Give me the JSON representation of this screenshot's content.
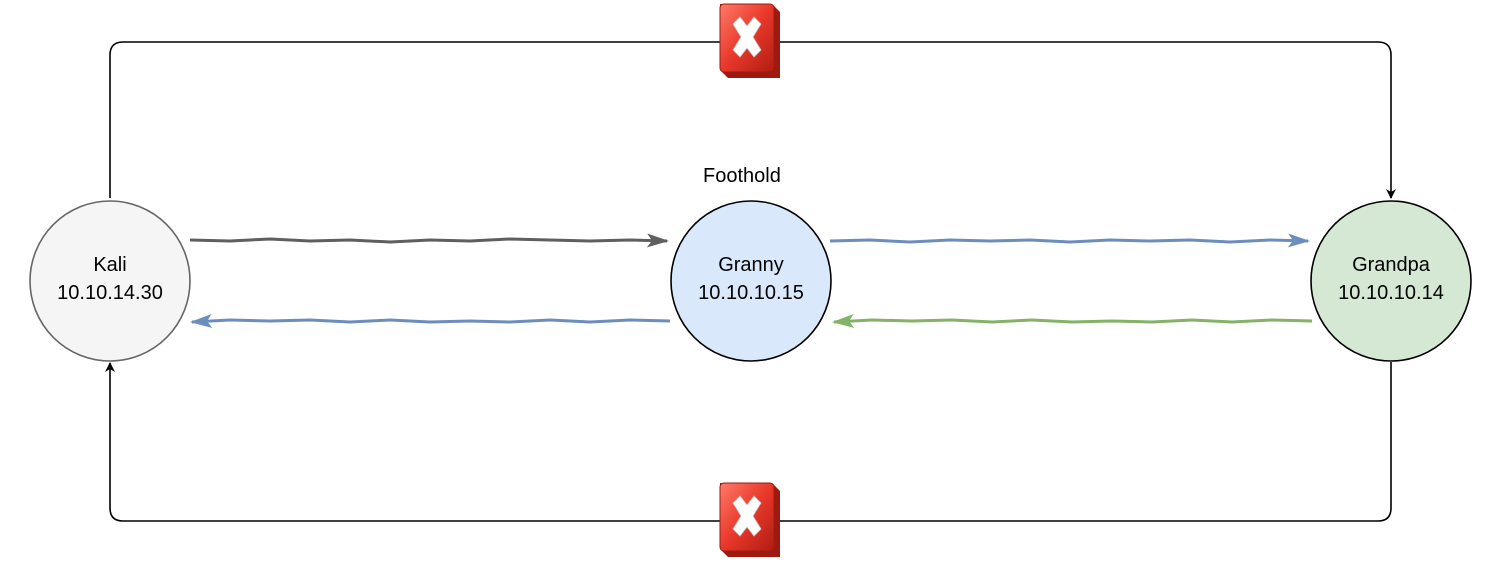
{
  "nodes": {
    "kali": {
      "name": "Kali",
      "ip": "10.10.14.30",
      "fill": "#f5f5f5",
      "stroke": "#666666"
    },
    "granny": {
      "name": "Granny",
      "ip": "10.10.10.15",
      "fill": "#dae8fc",
      "stroke": "#000000"
    },
    "grandpa": {
      "name": "Grandpa",
      "ip": "10.10.10.14",
      "fill": "#d5e8d4",
      "stroke": "#000000"
    }
  },
  "labels": {
    "foothold": "Foothold"
  },
  "colors": {
    "arrow_gray": "#5f5f5f",
    "arrow_blue": "#6c8ebf",
    "arrow_green": "#82b366",
    "connector": "#000000",
    "blocked_fill": "#e8382a"
  },
  "icons": {
    "blocked": "red-x-block-icon"
  }
}
